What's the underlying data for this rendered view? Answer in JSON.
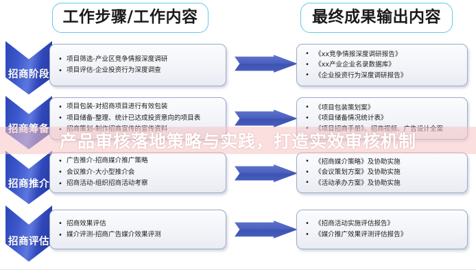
{
  "headers": {
    "left": "工作步骤/工作内容",
    "right": "最终成果输出内容"
  },
  "colors": {
    "header_border": "#5ec8e8",
    "chevron_blue": "#3148ba",
    "arrow_blue": "#4a60bf",
    "card_border": "#9aa8c8",
    "overlay_band": "#f8c4c4",
    "overlay_text": "#ffffff"
  },
  "overlay": {
    "headline": "产品审核落地策略与实践，打造实效审核机制"
  },
  "rows": [
    {
      "stage": "招商阶段",
      "steps": [
        "项目筛选-产业区竞争情报深度调研",
        "项目评估-企业投资行为深度调查"
      ],
      "outputs": [
        "《xx竞争情报深度调研报告》",
        "《xx产业企业名录数据库》",
        "《企业投资行为深度调研报告》"
      ]
    },
    {
      "stage": "招商筹备",
      "steps": [
        "项目包装-对招商项目进行有效包装",
        "项目储备-整理、统计已达成投资意向的项目表",
        "招商策划-制作招商宣传的宣传资料"
      ],
      "outputs": [
        "《项目包装策划案》",
        "《项目储备情况统计表》",
        "《项目招商手册》、招商视频、广告设计全案"
      ]
    },
    {
      "stage": "招商推介",
      "steps": [
        "广告推介-招商媒介推广策略",
        "会议推介-大小型推介会",
        "招商活动-组织招商活动考察"
      ],
      "outputs": [
        "《招商媒介策略》及协助实施",
        "《会议策划方案》及协助实施",
        "《活动承办方案》及协助实施"
      ]
    },
    {
      "stage": "招商评估",
      "steps": [
        "招商效果评估",
        "媒介评测-招商广告媒介效果评测"
      ],
      "outputs": [
        "《招商活动实施评估报告》",
        "《媒介推广效果评测评估报告》"
      ]
    }
  ]
}
